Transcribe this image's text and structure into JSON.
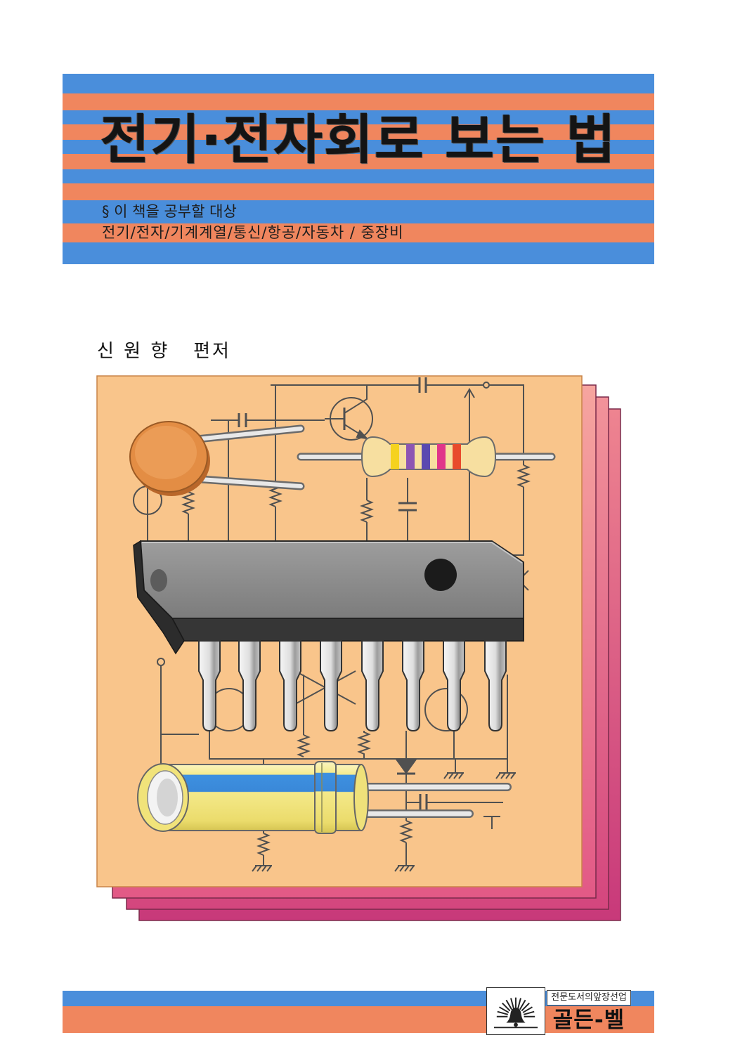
{
  "cover": {
    "title": "전기·전자회로 보는 법",
    "audience_label": "§ 이 책을 공부할 대상",
    "audience_fields": "전기/전자/기계계열/통신/항공/자동차 / 중장비",
    "author": "신 원 향   편저"
  },
  "publisher": {
    "slogan": "전문도서의앞장선업",
    "name": "골든-벨",
    "logo_icon": "bell-sunburst-icon"
  },
  "colors": {
    "stripe_blue": "#4a8edb",
    "stripe_orange": "#f0865e",
    "panel_peach": "#f9c58b",
    "resistor_bands": [
      "#f5d21e",
      "#8c55b3",
      "#5a49b0",
      "#e0358a",
      "#e84a2c"
    ]
  }
}
